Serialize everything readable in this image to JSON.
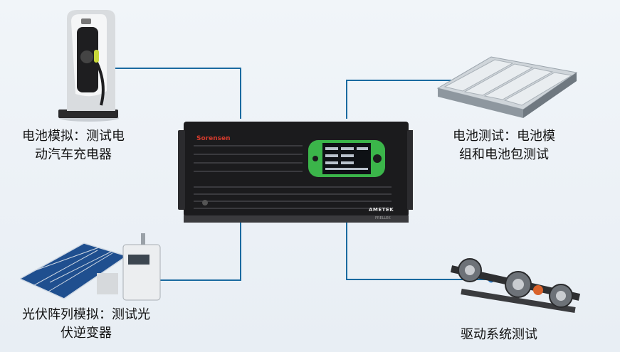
{
  "labels": {
    "charger": [
      "电池模拟：测试电",
      "动汽车充电器"
    ],
    "battery": [
      "电池测试：电池模",
      "组和电池包测试"
    ],
    "solar": [
      "光伏阵列模拟：测试光",
      "伏逆变器"
    ],
    "drive": [
      "驱动系统测试"
    ]
  },
  "device": {
    "brand": "Sorensen",
    "maker": "AMETEK",
    "sub_brand": "PRELLEK"
  },
  "colors": {
    "connector": "#1a6aa0",
    "dot": "#2b7fd1",
    "device_body": "#1b1b1d",
    "screen_accent": "#3bb54a"
  }
}
